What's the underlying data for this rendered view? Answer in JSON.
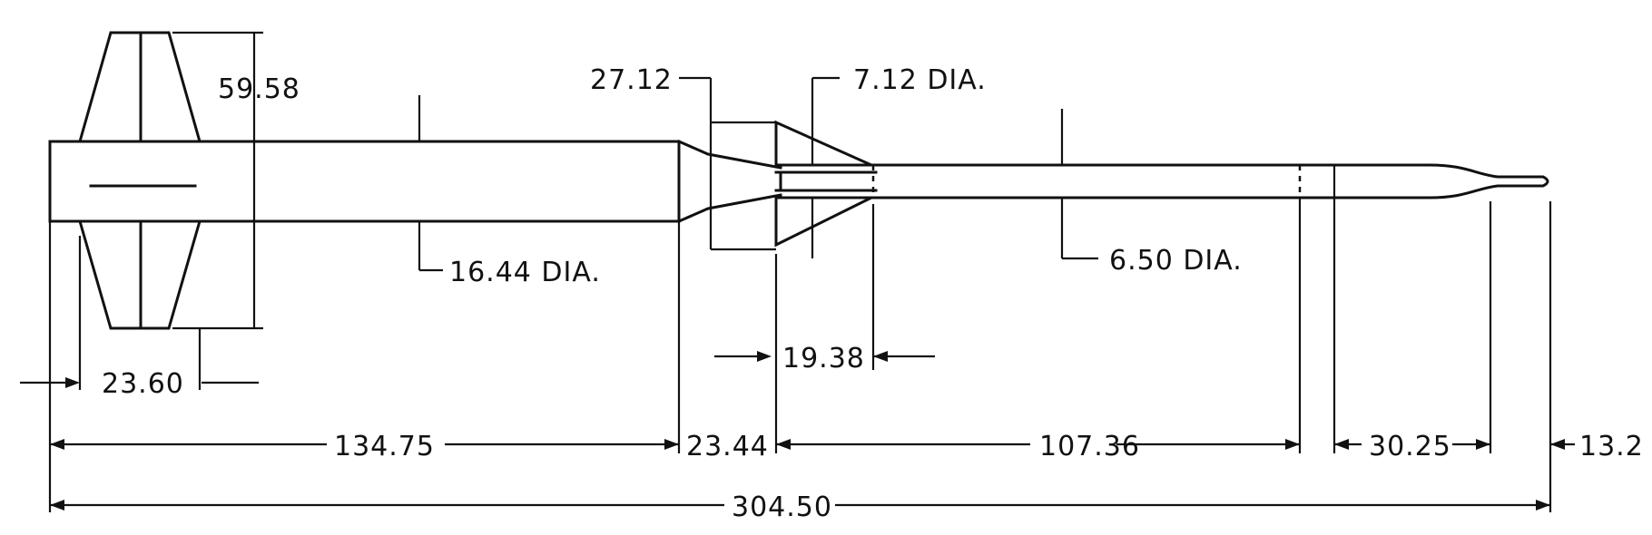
{
  "diagram": {
    "dimensions": {
      "fin_span": "59.58",
      "booster_diameter": "16.44 DIA.",
      "fin_chord": "23.60",
      "booster_length": "134.75",
      "interstage_length": "23.44",
      "dart_fin_dim": "27.12",
      "dart_fin_chord": "19.38",
      "dart_diameter": "7.12 DIA.",
      "sustainer_diameter": "6.50 DIA.",
      "sustainer_length": "107.36",
      "nose_section_length": "30.25",
      "tip_length": "13.2",
      "overall_length": "304.50"
    }
  }
}
